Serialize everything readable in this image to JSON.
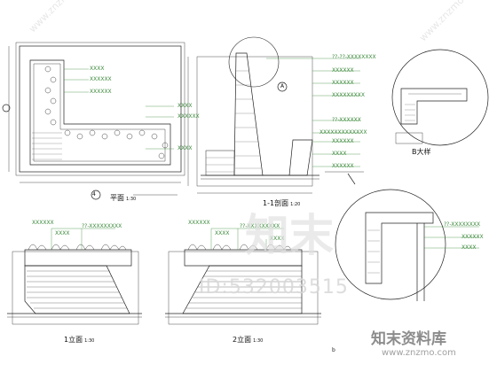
{
  "views": {
    "plan": {
      "title": "平面",
      "scale": "1:30",
      "ref": "4"
    },
    "section": {
      "title": "1-1剖面",
      "scale": "1:20"
    },
    "elev1": {
      "title": "1立面",
      "scale": "1:30"
    },
    "elev2": {
      "title": "2立面",
      "scale": "1:30"
    },
    "detail": {
      "title": "B大样",
      "callout": "A"
    },
    "marker": {
      "small": "b"
    }
  },
  "annotations": {
    "plan": [
      "XXXX",
      "XXXXXX",
      "XXXXXX",
      "XXXX",
      "XXXXXX",
      "XXXX"
    ],
    "section": [
      "??-??-XXXXXXXX",
      "XXXXXX",
      "XXXXXX",
      "XXXXXXXXX",
      "??-XXXXXX",
      "XXXXXXXXXXXXX",
      "XXXXXX",
      "XXXX",
      "XXXXXX"
    ],
    "elev1": [
      "XXXXXX",
      "??-XXXXXXXXX",
      "XXXX"
    ],
    "elev2": [
      "XXXXXX",
      "??-XXXXXXXXX",
      "XXXX",
      "XXXX"
    ],
    "detail": [
      "??-XXXXXXXX",
      "XXXXXX",
      "XXXX"
    ]
  },
  "watermark": {
    "id": "ID:532003515",
    "brand_big": "知末",
    "brand_cn": "知末资料库",
    "url": "www.znzmo.com",
    "diag": "www.znzmo.com"
  },
  "colors": {
    "line": "#222222",
    "label": "#3c8a3c",
    "accent": "#cc3333"
  }
}
